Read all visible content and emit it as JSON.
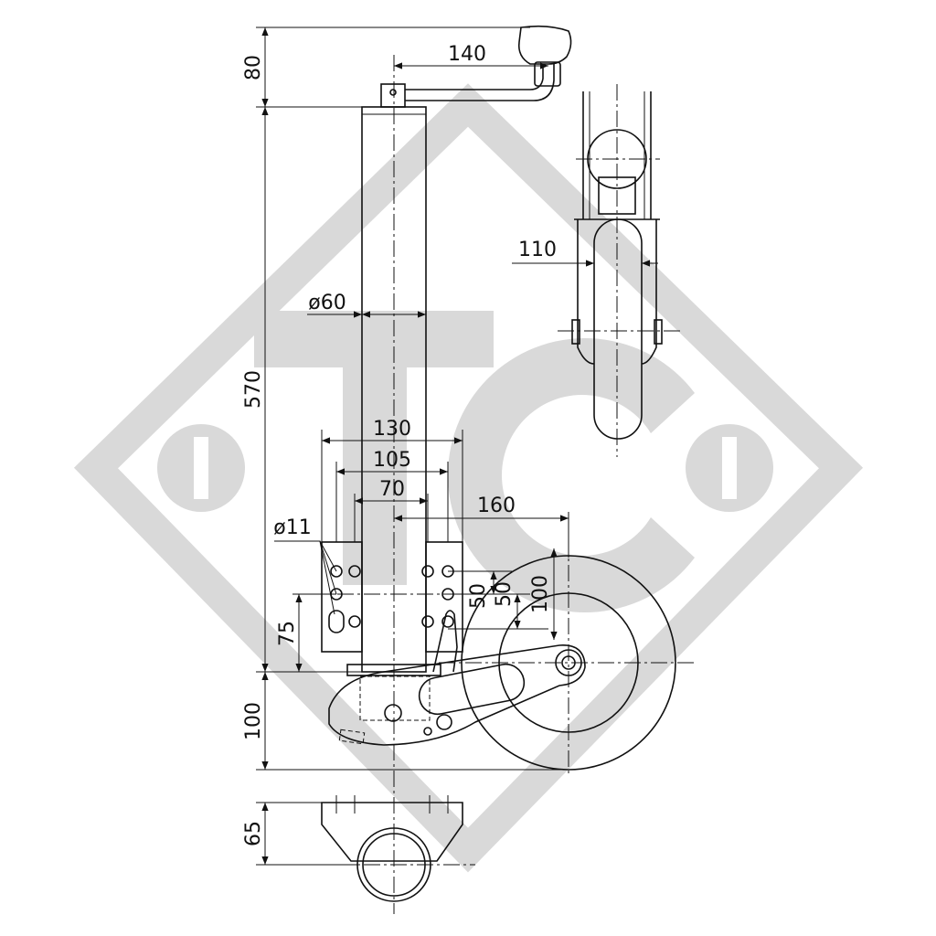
{
  "watermark": {
    "letters": "TC",
    "color": "#d9d9d9"
  },
  "dimensions": {
    "crank_height": "80",
    "crank_reach": "140",
    "tube_length": "570",
    "tube_diameter": "ø60",
    "plate_width_outer": "130",
    "plate_width_middle": "105",
    "plate_width_inner": "70",
    "wheel_offset": "160",
    "hole_diameter": "ø11",
    "hole_spacing_1": "50",
    "hole_spacing_2": "50",
    "hole_spacing_total": "100",
    "bottom_hole_height": "75",
    "wheel_drop": "100",
    "clamp_height": "65",
    "wheel_width": "110"
  }
}
